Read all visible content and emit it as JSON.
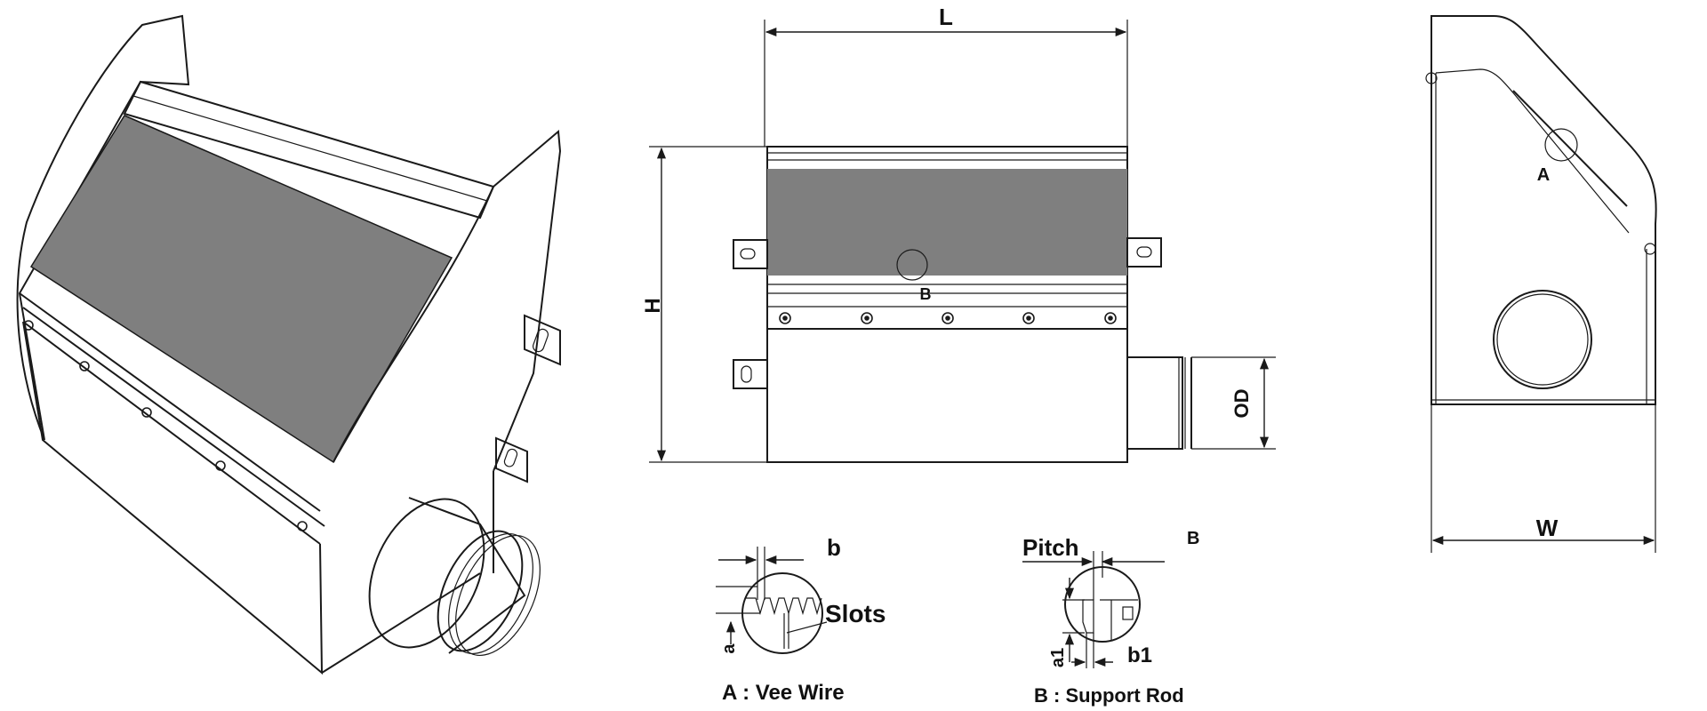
{
  "labels": {
    "front_length": "L",
    "front_height": "H",
    "front_outlet_diameter": "OD",
    "front_detail_marker": "B",
    "side_width": "W",
    "side_detail_marker": "A",
    "detail_a_dim_b": "b",
    "detail_a_dim_a": "a",
    "detail_a_slots": "Slots",
    "detail_a_caption": "A : Vee Wire",
    "detail_b_pitch": "Pitch",
    "detail_b_marker": "B",
    "detail_b_dim_a1": "a1",
    "detail_b_dim_b1": "b1",
    "detail_b_caption": "B : Support Rod"
  },
  "colors": {
    "screen_gray": "#7f7f7f",
    "line": "#1a1a1a",
    "background": "#ffffff"
  }
}
